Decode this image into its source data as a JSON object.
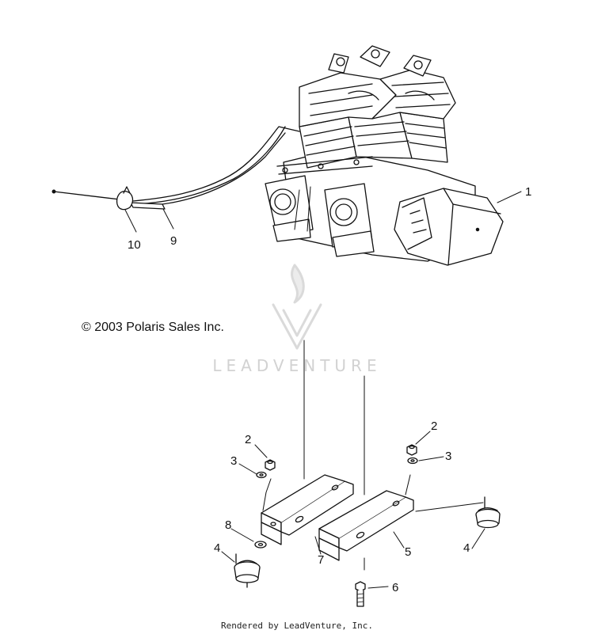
{
  "copyright": "© 2003 Polaris Sales Inc.",
  "watermark": {
    "brand": "LEADVENTURE",
    "icon": "leadventure-flame-logo-icon"
  },
  "footer": "Rendered by LeadVenture, Inc.",
  "callouts": {
    "c1": "1",
    "c2a": "2",
    "c2b": "2",
    "c3a": "3",
    "c3b": "3",
    "c4a": "4",
    "c4b": "4",
    "c5": "5",
    "c6": "6",
    "c7": "7",
    "c8": "8",
    "c9": "9",
    "c10": "10"
  }
}
